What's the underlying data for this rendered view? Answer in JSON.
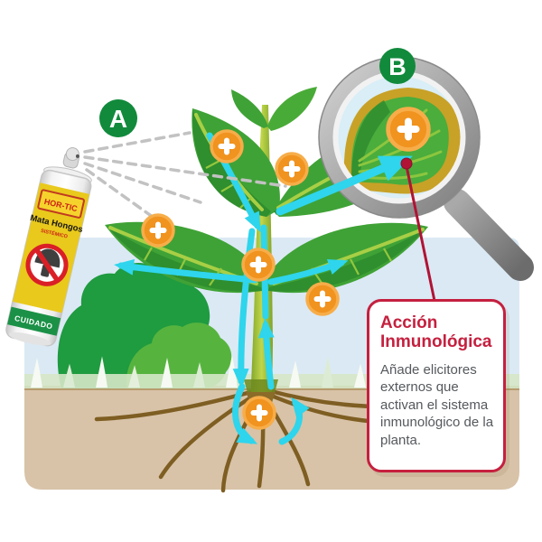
{
  "scene": {
    "step_labels": {
      "a": "A",
      "b": "B"
    },
    "spray_can": {
      "brand": "HOR-TIC",
      "product": "Mata Hongos",
      "variant": "SISTÉMICO",
      "caution": "CUIDADO"
    },
    "callout": {
      "title": "Acción Inmunológica",
      "body": "Añade elicitores externos que activan el sistema inmunológico de la planta."
    },
    "icons": {
      "plus_badge": "plus-icon",
      "prohibition": "no-fungus-icon",
      "magnifier": "magnifying-glass-icon",
      "spray_dashes": "spray-mist-icon"
    },
    "colors": {
      "plus_orange": "#F0931F",
      "flow_cyan": "#2ED5EC",
      "step_badge_green": "#118A3C",
      "callout_red": "#C5203F",
      "leaf_green": "#3FA236",
      "sky_blue": "#DBE9F4",
      "soil_tan": "#D8C3A8",
      "label_yellow": "#E9C91C"
    }
  }
}
